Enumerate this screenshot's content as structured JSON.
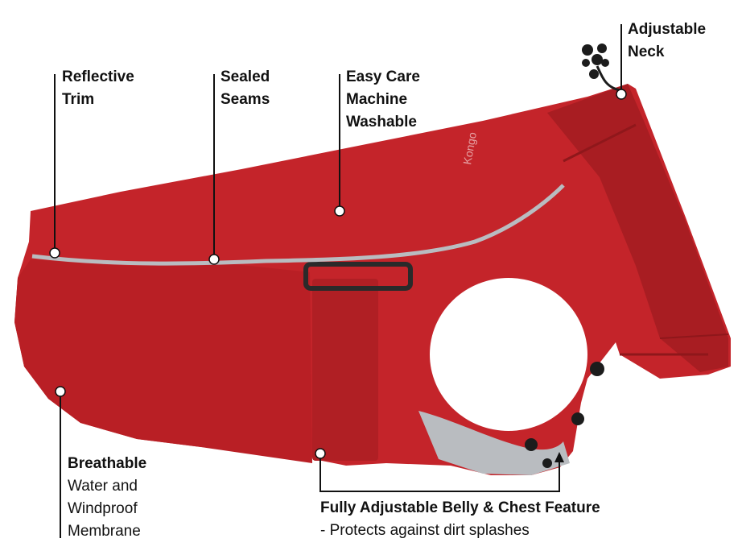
{
  "image": {
    "brand_text": "Kongo",
    "colors": {
      "coat": "#c4242a",
      "coat_shadow": "#9e1b20",
      "trim": "#b9bcc0",
      "lines": "#111111"
    }
  },
  "callouts": {
    "reflective_trim": {
      "line1": "Reflective",
      "line2": "Trim"
    },
    "sealed_seams": {
      "line1": "Sealed",
      "line2": "Seams"
    },
    "easy_care": {
      "line1": "Easy Care",
      "line2": "Machine",
      "line3": "Washable"
    },
    "adjustable_neck": {
      "line1": "Adjustable",
      "line2": "Neck"
    },
    "breathable": {
      "title": "Breathable",
      "line1": "Water and",
      "line2": "Windproof",
      "line3": "Membrane"
    },
    "belly": {
      "title": "Fully Adjustable Belly & Chest Feature",
      "sub": "- Protects against dirt splashes"
    }
  }
}
